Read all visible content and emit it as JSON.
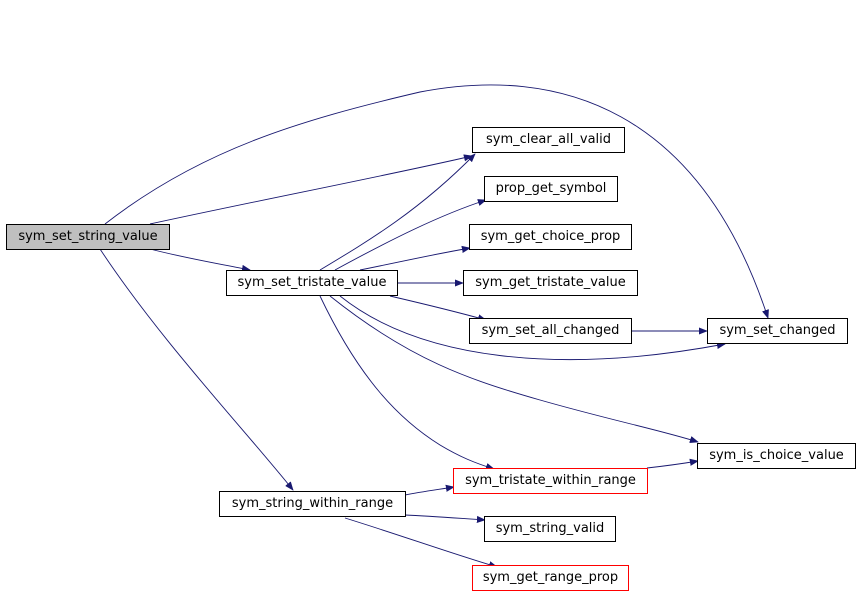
{
  "colors": {
    "edge": "#191970",
    "node_border": "#000000",
    "node_border_warning": "#ff0000",
    "root_fill": "#bfbfbf",
    "node_fill": "#ffffff"
  },
  "nodes": {
    "sym_set_string_value": "sym_set_string_value",
    "sym_clear_all_valid": "sym_clear_all_valid",
    "prop_get_symbol": "prop_get_symbol",
    "sym_get_choice_prop": "sym_get_choice_prop",
    "sym_set_tristate_value": "sym_set_tristate_value",
    "sym_get_tristate_value": "sym_get_tristate_value",
    "sym_set_all_changed": "sym_set_all_changed",
    "sym_set_changed": "sym_set_changed",
    "sym_is_choice_value": "sym_is_choice_value",
    "sym_string_within_range": "sym_string_within_range",
    "sym_tristate_within_range": "sym_tristate_within_range",
    "sym_string_valid": "sym_string_valid",
    "sym_get_range_prop": "sym_get_range_prop"
  },
  "edges": [
    {
      "from": "sym_set_string_value",
      "to": "sym_clear_all_valid"
    },
    {
      "from": "sym_set_string_value",
      "to": "sym_set_changed"
    },
    {
      "from": "sym_set_string_value",
      "to": "sym_set_tristate_value"
    },
    {
      "from": "sym_set_string_value",
      "to": "sym_string_within_range"
    },
    {
      "from": "sym_set_tristate_value",
      "to": "sym_clear_all_valid"
    },
    {
      "from": "sym_set_tristate_value",
      "to": "prop_get_symbol"
    },
    {
      "from": "sym_set_tristate_value",
      "to": "sym_get_choice_prop"
    },
    {
      "from": "sym_set_tristate_value",
      "to": "sym_get_tristate_value"
    },
    {
      "from": "sym_set_tristate_value",
      "to": "sym_set_all_changed"
    },
    {
      "from": "sym_set_tristate_value",
      "to": "sym_set_changed"
    },
    {
      "from": "sym_set_tristate_value",
      "to": "sym_is_choice_value"
    },
    {
      "from": "sym_set_tristate_value",
      "to": "sym_tristate_within_range"
    },
    {
      "from": "sym_set_all_changed",
      "to": "sym_set_changed"
    },
    {
      "from": "sym_string_within_range",
      "to": "sym_tristate_within_range"
    },
    {
      "from": "sym_string_within_range",
      "to": "sym_string_valid"
    },
    {
      "from": "sym_string_within_range",
      "to": "sym_get_range_prop"
    },
    {
      "from": "sym_tristate_within_range",
      "to": "sym_is_choice_value"
    }
  ]
}
